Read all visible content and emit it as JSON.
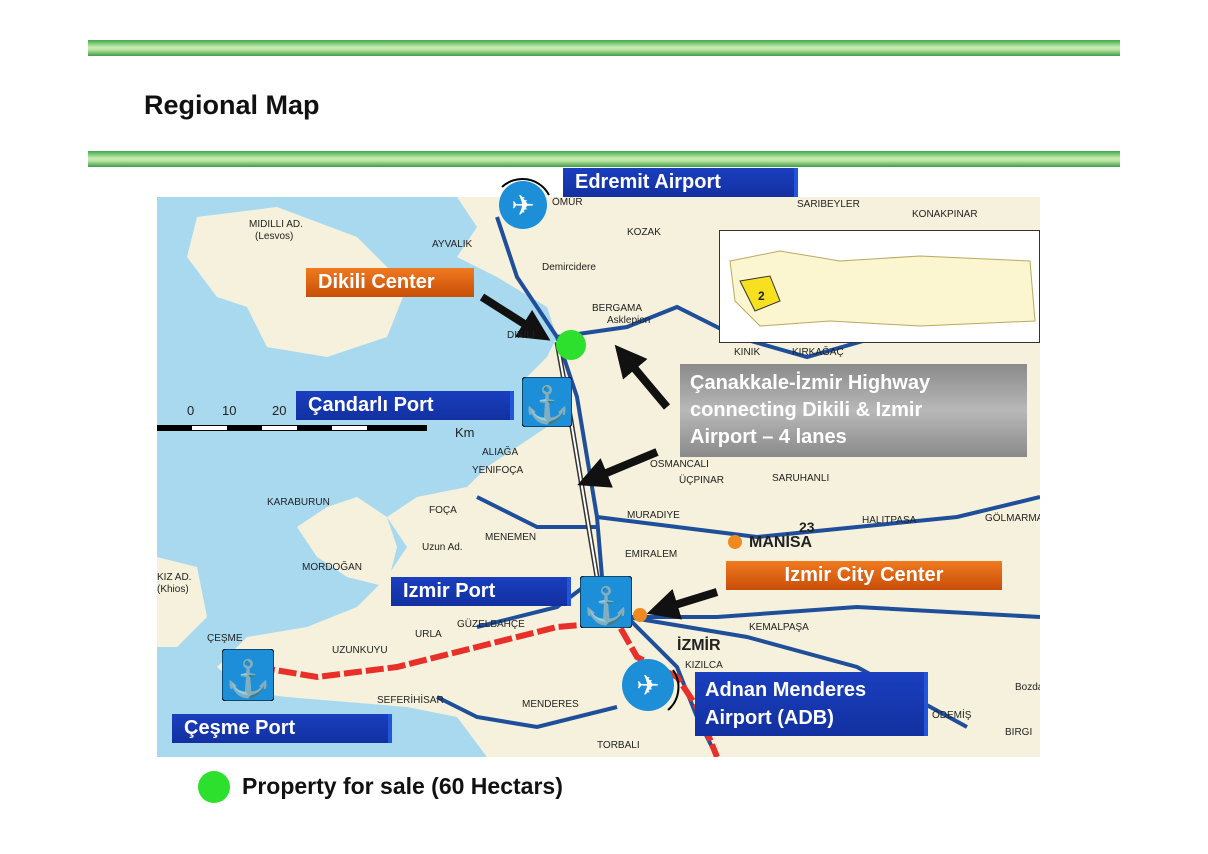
{
  "title": "Regional Map",
  "callouts": {
    "edremit_airport": "Edremit  Airport",
    "dikili_center": "Dikili Center",
    "candarli_port": "Çandarlı Port",
    "highway": [
      "Çanakkale-İzmir  Highway",
      "connecting Dikili & Izmir",
      "Airport – 4 lanes"
    ],
    "izmir_port": "Izmir Port",
    "izmir_city_center": "Izmir City Center",
    "adnan_menderes": [
      "Adnan Menderes",
      "Airport (ADB)"
    ],
    "cesme_port": "Çeşme Port"
  },
  "legend": {
    "label": "Property for sale (60 Hectars)",
    "color": "#2ee02e"
  },
  "scale": {
    "ticks": [
      "0",
      "10",
      "20"
    ],
    "unit": "Km"
  },
  "inset_label": "2",
  "places": [
    "MIDILLI AD.",
    "(Lesvos)",
    "AYVALIK",
    "KOZAK",
    "Demircidere",
    "BERGAMA",
    "Asklepion",
    "DIKILI",
    "ALIAĞA",
    "YENIFOÇA",
    "FOÇA",
    "KARABURUN",
    "MORDOĞAN",
    "Uzun Ad.",
    "MENEMEN",
    "EMIRALEM",
    "MURADIYE",
    "ÜÇPINAR",
    "SARUHANLI",
    "MANİSA",
    "HALITPASA",
    "GÖLMARMARA",
    "KINIK",
    "KIRKAĞAÇ",
    "ÇEŞME",
    "URLA",
    "UZUNKUYU",
    "GÜZELBAHÇE",
    "İZMİR",
    "KEMALPAŞA",
    "KIZILCA",
    "SEFERİHİSAR",
    "MENDERES",
    "TORBALI",
    "ÖDEMİŞ",
    "BIRGI",
    "KIZ AD.",
    "(Khios)",
    "ÖMÜR",
    "SARIBEYLER",
    "KONAKPINAR",
    "Bozdağ",
    "OSMANCALI",
    "23"
  ],
  "colors": {
    "sea": "#a9d9ee",
    "callout_blue": "#1230a0",
    "callout_orange": "#e0661a",
    "green_bar": "#3fa84a",
    "road_red": "#e8302a"
  }
}
